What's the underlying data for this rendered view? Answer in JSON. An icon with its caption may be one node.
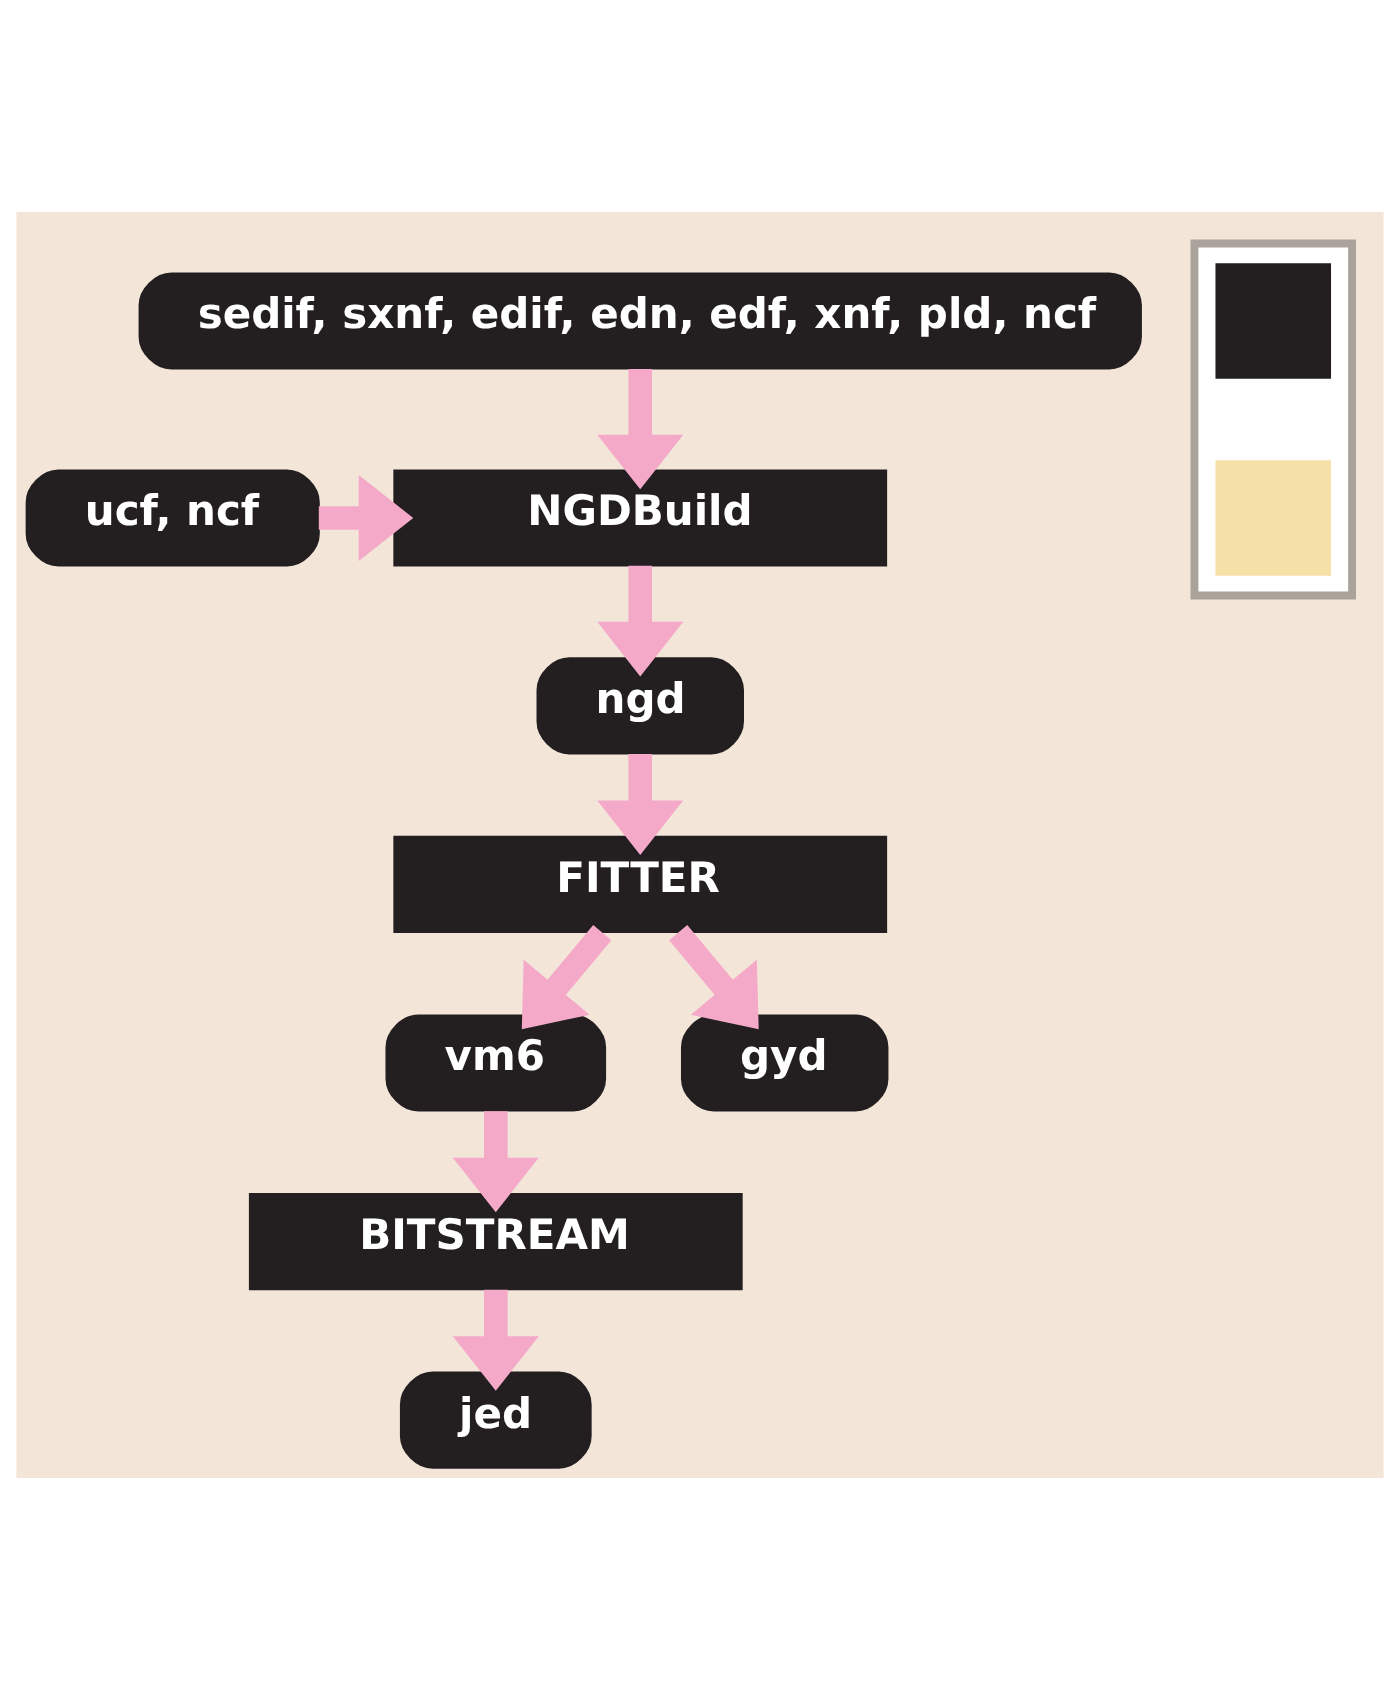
{
  "diagram": {
    "nodes": [
      {
        "text": [
          "sedif, sxnf, edif, edn, edf, xnf, pld, ncf"
        ]
      },
      {
        "text": [
          "ucf, ncf"
        ]
      },
      {
        "text": [
          "NGDBuild"
        ]
      },
      {
        "text": [
          "ngd"
        ]
      },
      {
        "text": [
          "FITTER"
        ]
      },
      {
        "text": [
          "vm6"
        ]
      },
      {
        "text": [
          "gyd"
        ]
      },
      {
        "text": [
          "BITSTREAM"
        ]
      },
      {
        "text": [
          "jed"
        ]
      },
      {
        "text": [],
        "shape": "box"
      },
      {
        "text": [],
        "shape": "box",
        "in": 9
      },
      {
        "text": [],
        "shape": "box",
        "in": 9
      }
    ],
    "edges": [
      {
        "from": 0,
        "to": 2,
        "arrow": "to"
      },
      {
        "from": 1,
        "to": 2,
        "arrow": "to"
      },
      {
        "from": 2,
        "to": 3,
        "arrow": "to"
      },
      {
        "from": 3,
        "to": 4,
        "arrow": "to"
      },
      {
        "from": 4,
        "to": 5,
        "arrow": "to"
      },
      {
        "from": 4,
        "to": 6,
        "arrow": "to"
      },
      {
        "from": 5,
        "to": 7,
        "arrow": "to"
      },
      {
        "from": 7,
        "to": 8,
        "arrow": "to"
      }
    ]
  }
}
